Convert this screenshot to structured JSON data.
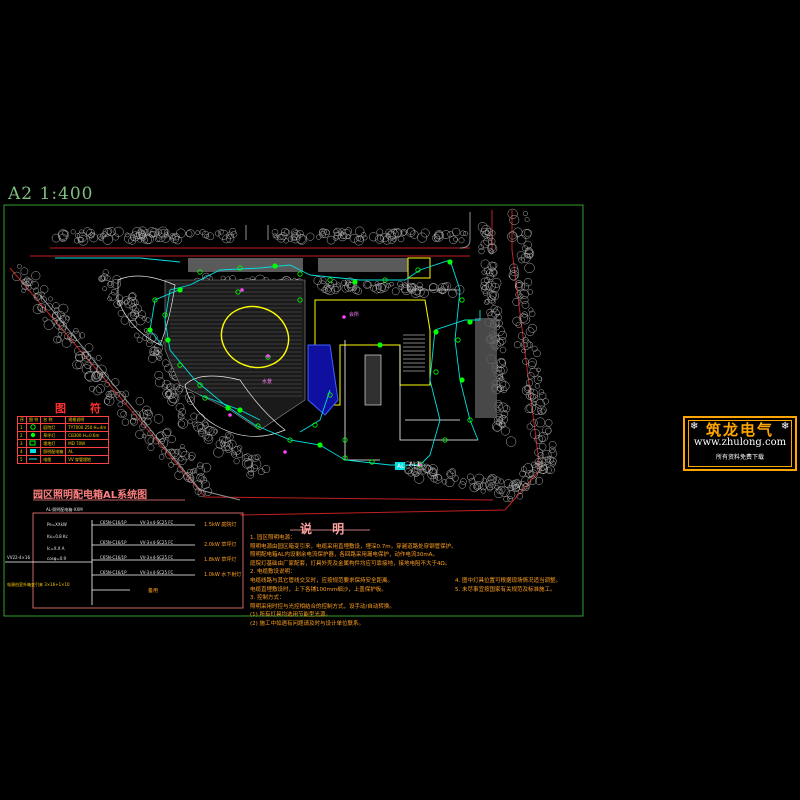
{
  "scale_label": "A2   1:400",
  "legend": {
    "title": "图  符",
    "header": [
      "序",
      "图 符",
      "名 称",
      "规格说明"
    ],
    "rows": [
      [
        "1",
        "",
        "庭院灯",
        "TY7000 250 H=4m"
      ],
      [
        "2",
        "",
        "草坪灯",
        "CB300 H=0.6m"
      ],
      [
        "3",
        "",
        "埋地灯",
        "MD 70W"
      ],
      [
        "4",
        "",
        "照明配电箱",
        "AL"
      ],
      [
        "5",
        "",
        "电缆",
        "VV 穿管埋地"
      ]
    ]
  },
  "system_diagram": {
    "title": "园区照明配电箱AL系统图",
    "box_label": "AL-照明配电箱-XXM",
    "params": [
      "Pe=XXkW",
      "Kx=0.8 Kc",
      "Ic=X.X A",
      "cosφ=0.9"
    ],
    "feeders": [
      {
        "breaker": "C65N-C16/1P",
        "cable": "VV-3×4-SC25 FC",
        "load": "1.5kW  庭院灯"
      },
      {
        "breaker": "C65N-C16/1P",
        "cable": "VV-3×4-SC25 FC",
        "load": "2.0kW  草坪灯"
      },
      {
        "breaker": "C65N-C16/1P",
        "cable": "VV-3×4-SC25 FC",
        "load": "1.8kW  草坪灯"
      },
      {
        "breaker": "C65N-C16/1P",
        "cable": "VV-3×4-SC25 FC",
        "load": "1.0kW  水下射灯"
      }
    ],
    "incoming": "VV22-4×16",
    "incoming_note": "电源由室外箱变引来 3×16+1×10",
    "spare_label": "备用"
  },
  "notes": {
    "title": "说  明",
    "lines": [
      "1. 园区照明电源：",
      "   照明电源由园区箱变引来，电缆采用直埋敷设，埋深0.7m，穿越道路处穿钢管保护。",
      "   照明配电箱AL内设剩余电流保护器，各回路采用漏电保护，动作电流30mA。",
      "   庭院灯基础由厂家配套，灯具外壳及金属构件均应可靠接地，接地电阻不大于4Ω。",
      "2. 电缆敷设说明：",
      "   电缆线路与其它管线交叉时，应按规范要求保持安全距离。",
      "   电缆直埋敷设时，上下各铺100mm细沙，上盖保护板。",
      "3. 控制方式：",
      "   照明采用时控与光控相结合的控制方式，设手动/自动转换。",
      "   (1) 所有灯具均选用节能型光源。",
      "   (2) 施工中如遇有问题请及时与设计单位联系。",
      "4. 图中灯具位置可根据现场情况适当调整。",
      "5. 未尽事宜按国家有关规范及标准施工。"
    ]
  },
  "site_labels": {
    "box1": "AL",
    "box2": "AL1",
    "pond": "水景",
    "building": "会所"
  },
  "logo": {
    "name": "筑龙电气",
    "url": "www.zhulong.com",
    "subtitle": "所有资料免费下载",
    "star": "❄"
  }
}
